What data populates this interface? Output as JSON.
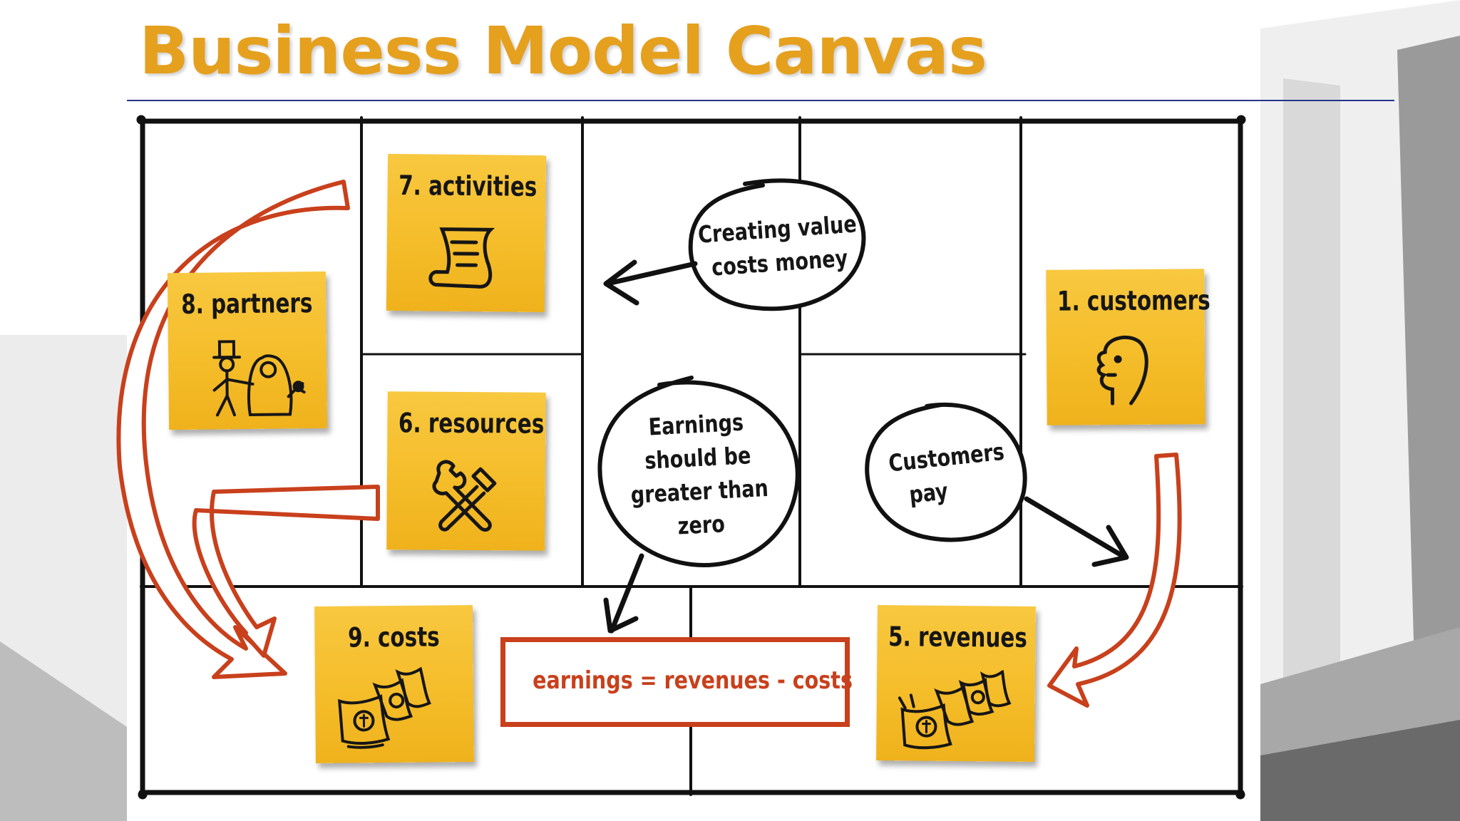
{
  "title": "Business Model Canvas",
  "notes": {
    "activities": {
      "label": "7. activities",
      "icon": "scroll-icon"
    },
    "partners": {
      "label": "8. partners",
      "icon": "couple-icon"
    },
    "resources": {
      "label": "6. resources",
      "icon": "tools-icon"
    },
    "customers": {
      "label": "1. customers",
      "icon": "face-icon"
    },
    "costs": {
      "label": "9. costs",
      "icon": "money-icon"
    },
    "revenues": {
      "label": "5. revenues",
      "icon": "money-icon"
    }
  },
  "bubbles": {
    "value_costs": [
      "Creating value",
      "costs money"
    ],
    "earnings": [
      "Earnings",
      "should be",
      "greater than",
      "zero"
    ],
    "customers_pay": [
      "Customers",
      "pay"
    ]
  },
  "formula": "earnings = revenues - costs",
  "colors": {
    "title": "#e5a01e",
    "sticky_note": "#f5bd2a",
    "arrow_outline": "#c8401c",
    "grid": "#111111",
    "title_rule": "#24358a"
  }
}
